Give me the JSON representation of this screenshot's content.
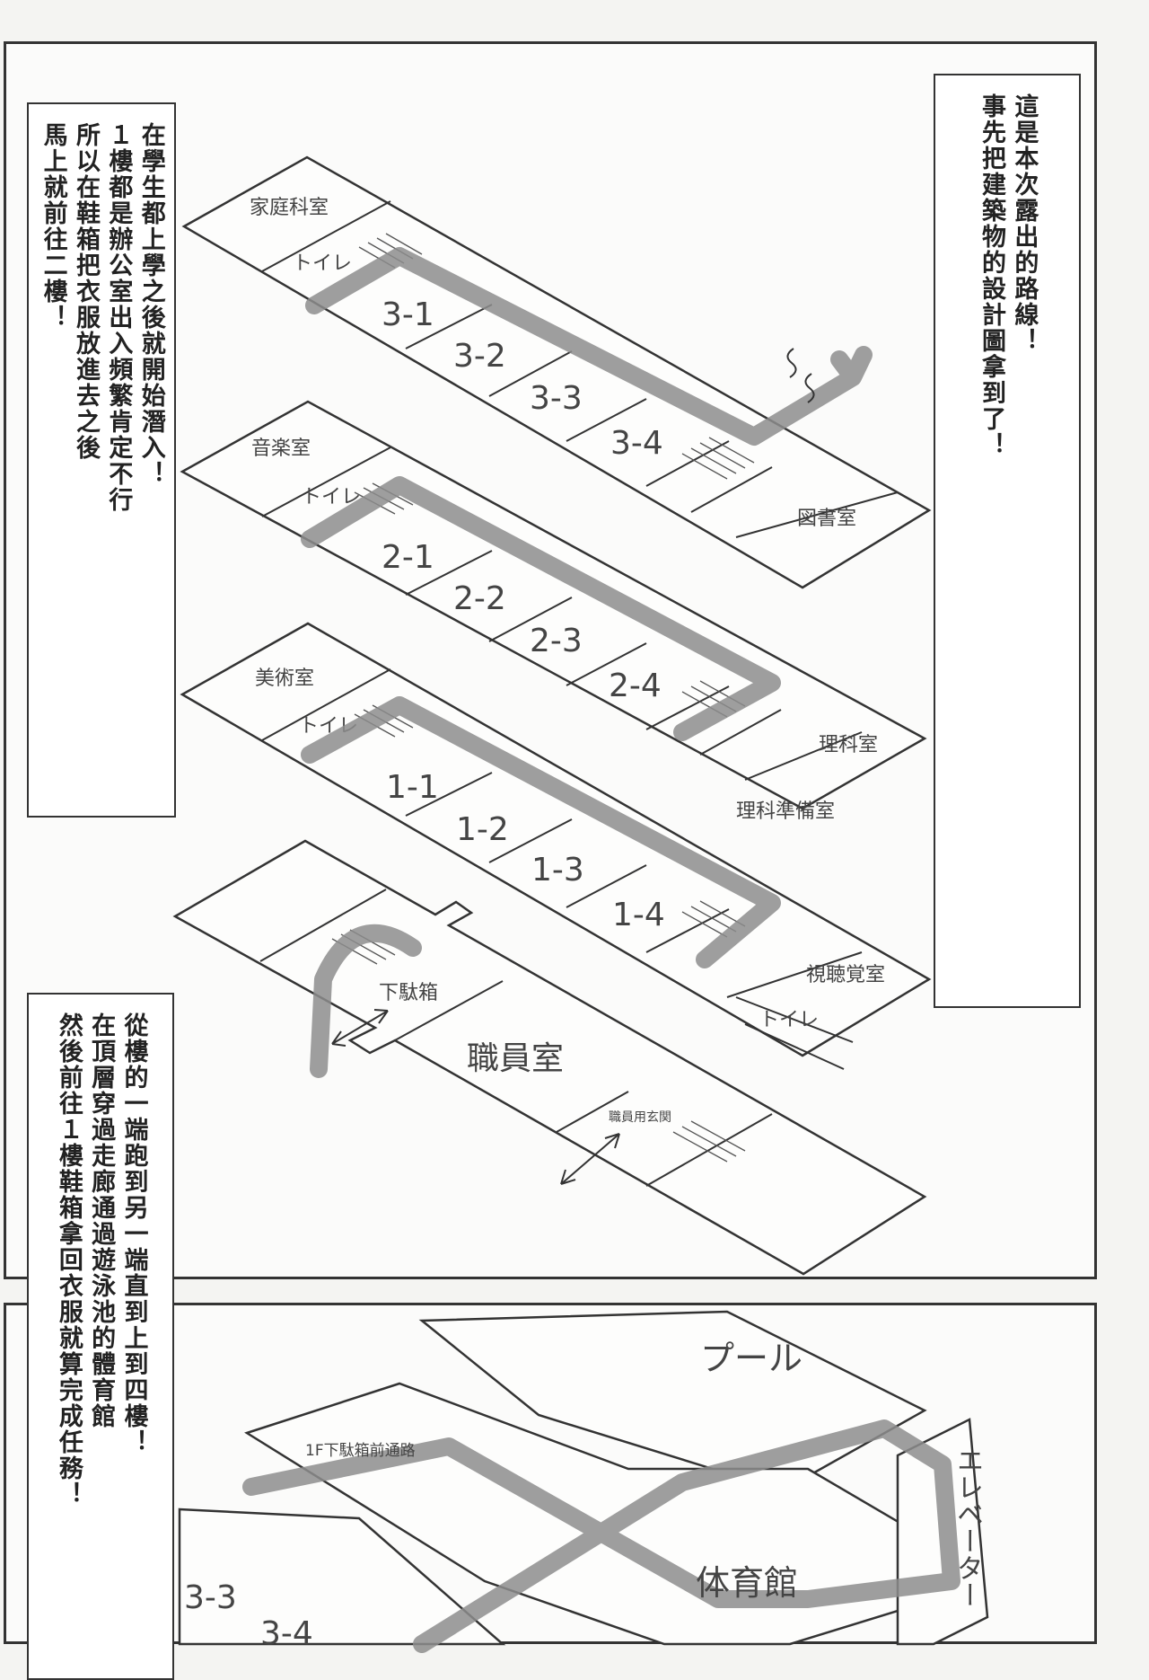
{
  "top_panel": {
    "left_caption": [
      "在學生都上學之後就開始潛入！",
      "１樓都是辦公室出入頻繁肯定不行",
      "所以在鞋箱把衣服放進去之後",
      "馬上就前往二樓！"
    ],
    "right_caption": [
      "這是本次露出的路線！",
      "事先把建築物的設計圖拿到了！"
    ],
    "floor3": {
      "room_left": "家庭科室",
      "toilet": "トイレ",
      "classes": [
        "3-1",
        "3-2",
        "3-3",
        "3-4"
      ],
      "room_right": "図書室"
    },
    "floor2": {
      "room_left": "音楽室",
      "toilet": "トイレ",
      "classes": [
        "2-1",
        "2-2",
        "2-3",
        "2-4"
      ],
      "room_right": "理科室",
      "room_right2": "理科準備室"
    },
    "floor1": {
      "room_left": "美術室",
      "toilet": "トイレ",
      "classes": [
        "1-1",
        "1-2",
        "1-3",
        "1-4"
      ],
      "room_right": "視聴覚室"
    },
    "ground": {
      "shoe_box": "下駄箱",
      "staff_room": "職員室",
      "staff_entrance": "職員用玄関",
      "toilet": "トイレ"
    }
  },
  "bottom_panel": {
    "left_caption": [
      "從樓的一端跑到另一端直到上到四樓！",
      "在頂層穿過走廊通過遊泳池的體育館",
      "然後前往１樓鞋箱拿回衣服就算完成任務！"
    ],
    "pool": "プール",
    "corridor": "1F下駄箱前通路",
    "gym": "体育館",
    "elevator": "エレベーター",
    "classes": [
      "3-3",
      "3-4"
    ]
  }
}
